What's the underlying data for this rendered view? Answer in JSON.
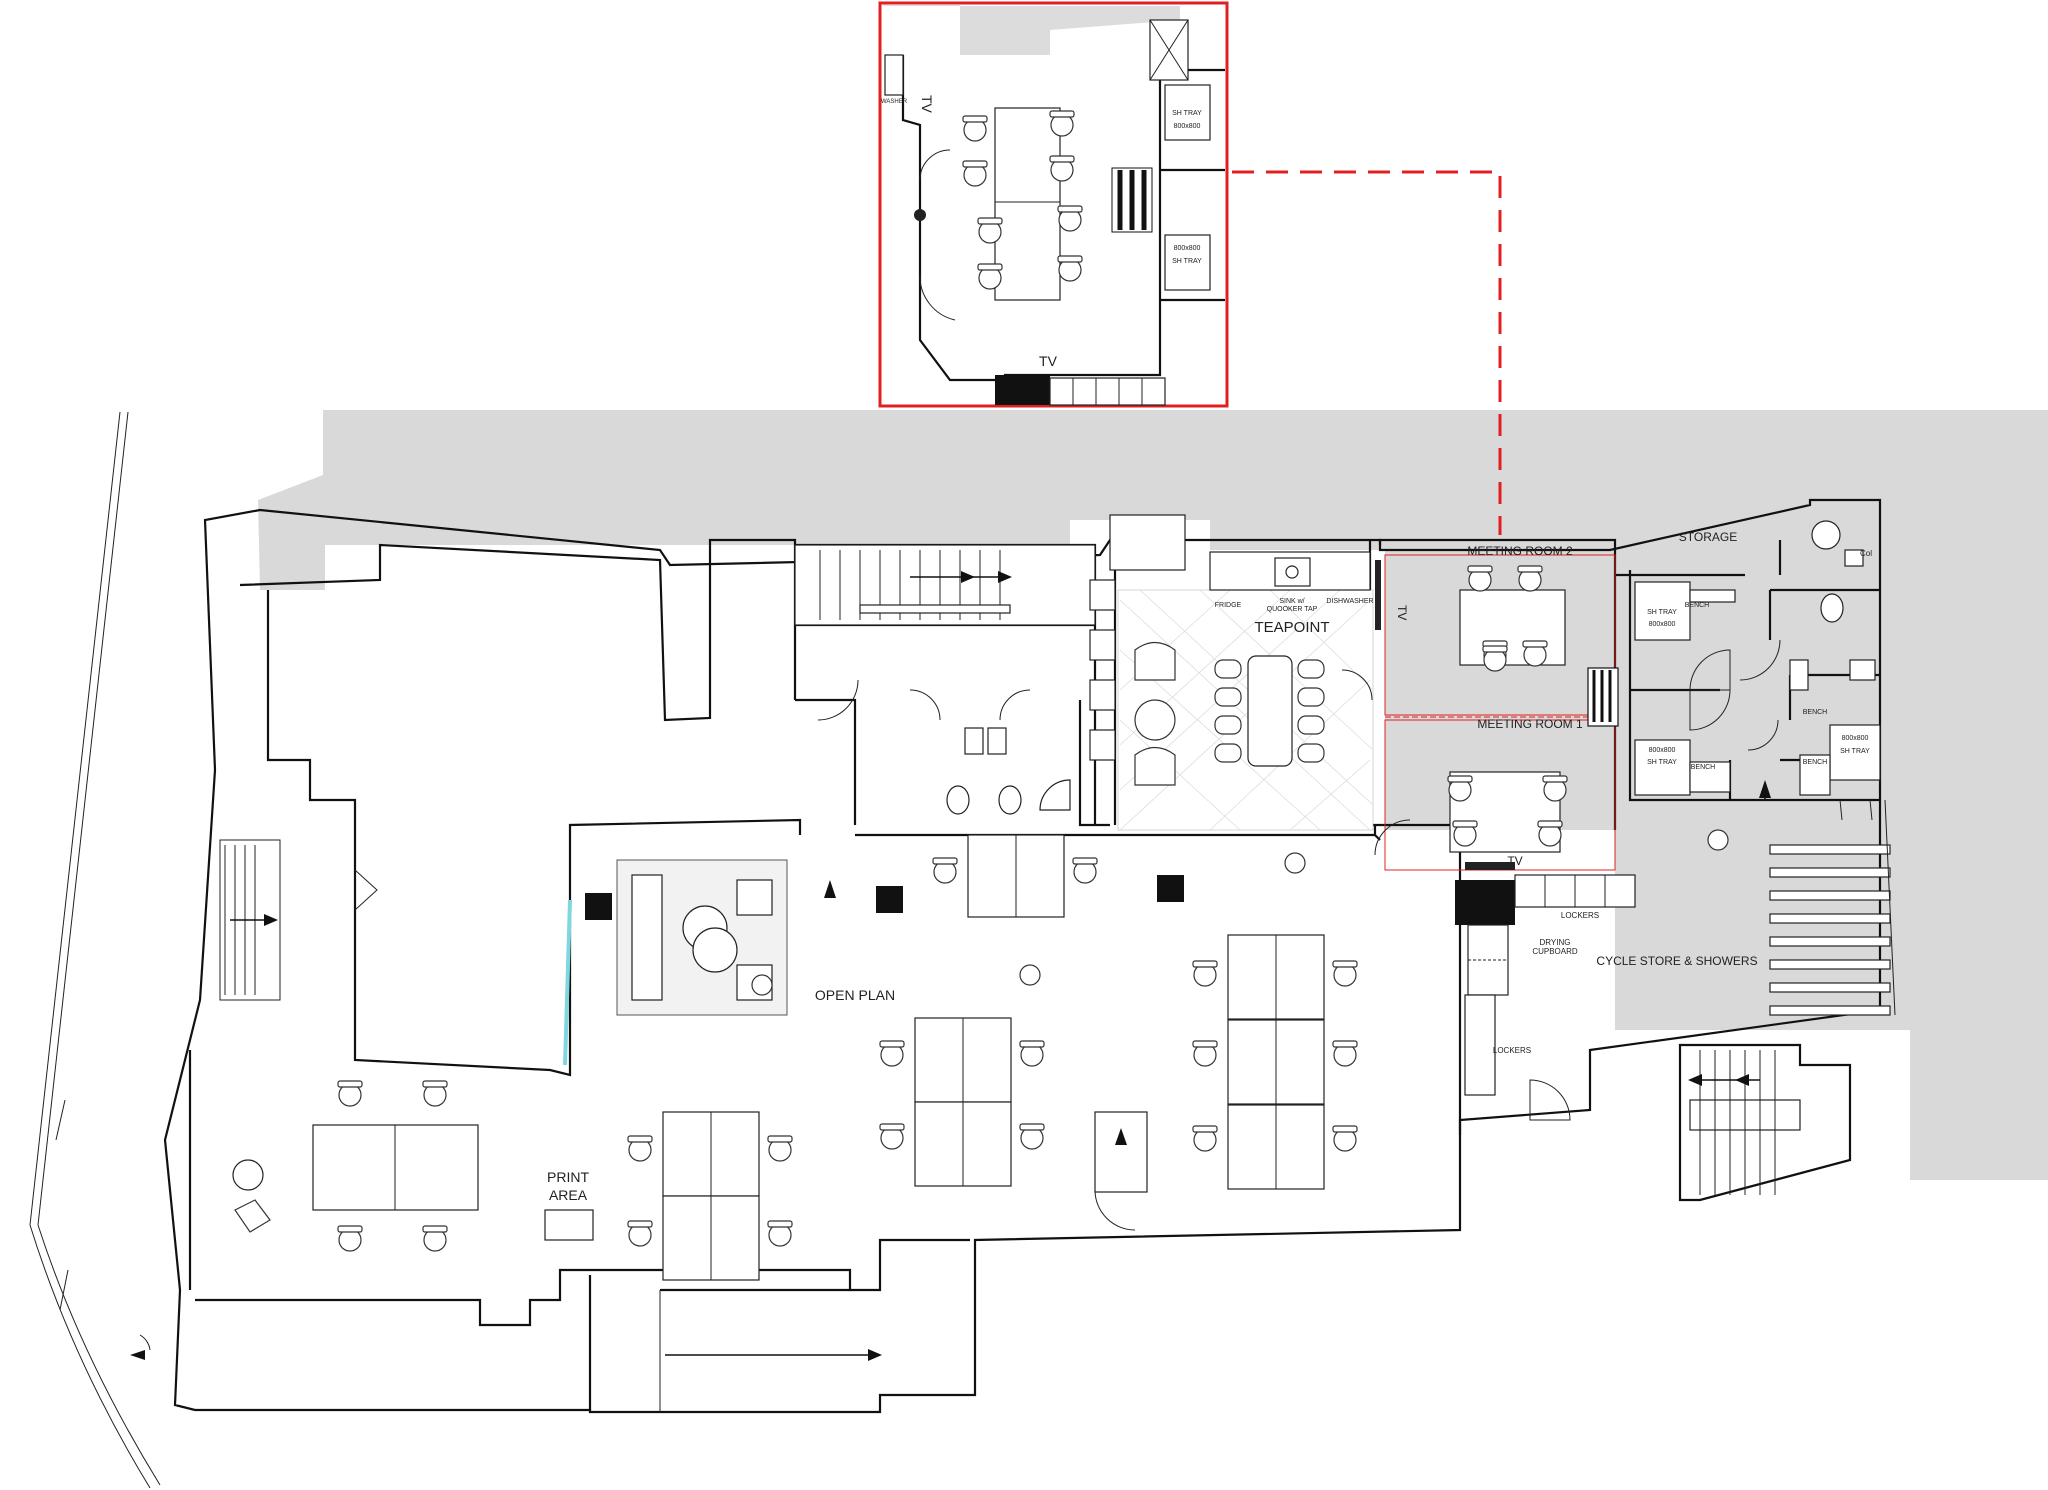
{
  "plan": {
    "rooms": {
      "meeting_room_2": "MEETING ROOM 2",
      "meeting_room_1": "MEETING ROOM 1",
      "storage": "STORAGE",
      "teapoint": "TEAPOINT",
      "open_plan": "OPEN PLAN",
      "print_area_line1": "PRINT",
      "print_area_line2": "AREA",
      "cycle_store": "CYCLE STORE & SHOWERS"
    },
    "fixtures": {
      "fridge": "FRIDGE",
      "sink_line1": "SINK w/",
      "sink_line2": "QUOOKER TAP",
      "dishwasher": "DISHWASHER",
      "tv_teapoint": "TV",
      "tv_meeting": "TV",
      "lockers_1": "LOCKERS",
      "lockers_2": "LOCKERS",
      "drying_line1": "DRYING",
      "drying_line2": "CUPBOARD",
      "sh_tray_1_line1": "SH TRAY",
      "sh_tray_1_line2": "800x800",
      "sh_tray_2_line1": "800x800",
      "sh_tray_2_line2": "SH TRAY",
      "sh_tray_3_line1": "800x800",
      "sh_tray_3_line2": "SH TRAY",
      "bench_1": "BENCH",
      "bench_2": "BENCH",
      "bench_3": "BENCH",
      "bench_4": "BENCH",
      "col": "Col"
    },
    "inset": {
      "tv_left": "TV",
      "tv_bottom": "TV",
      "washer": "WASHER",
      "sh_tray_a_line1": "SH TRAY",
      "sh_tray_a_line2": "800x800",
      "sh_tray_b_line1": "800x800",
      "sh_tray_b_line2": "SH TRAY"
    },
    "colors": {
      "context_fill": "#d9d9d9",
      "highlight_red": "#e02020",
      "window_cyan": "#7fd7e0"
    }
  }
}
